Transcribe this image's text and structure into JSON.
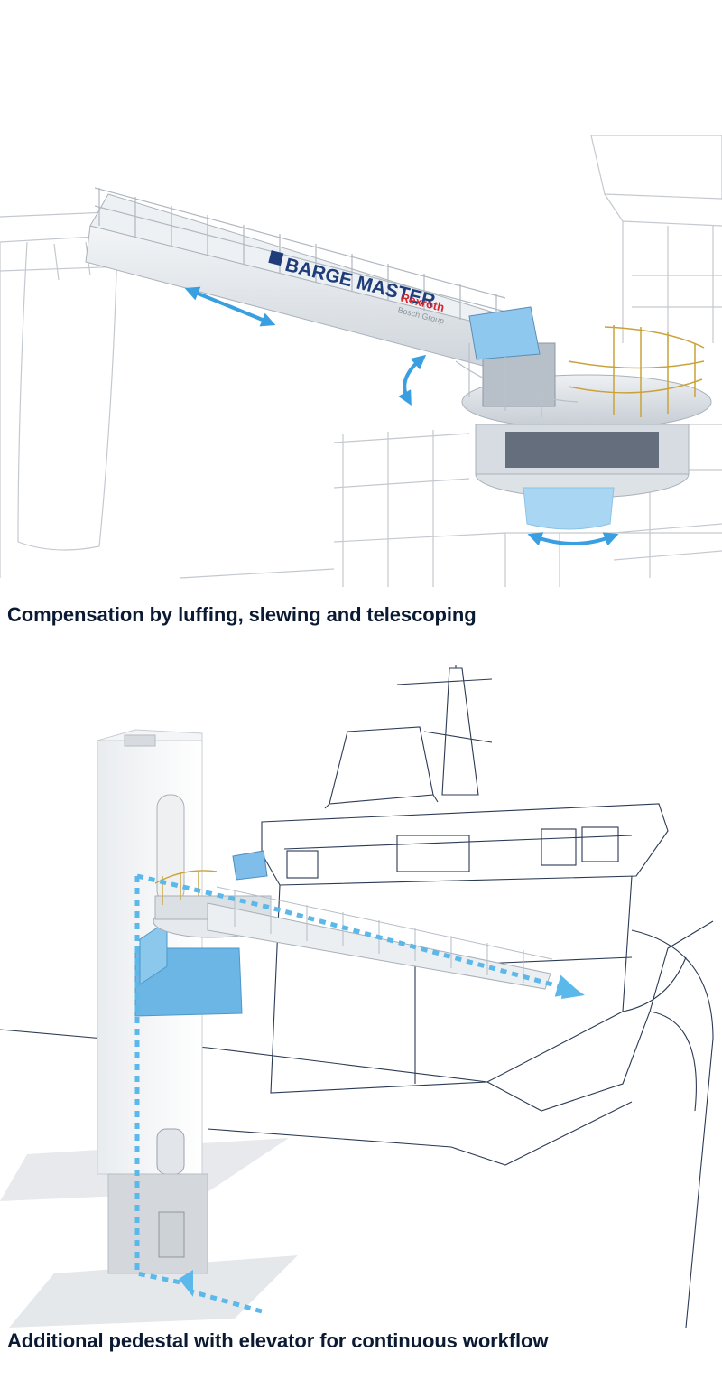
{
  "captions": {
    "top": "Compensation by luffing, slewing and telescoping",
    "bottom": "Additional pedestal with elevator for continuous workflow"
  },
  "branding": {
    "logo_text": "BARGE MASTER",
    "partner_name": "Rexroth",
    "partner_group": "Bosch Group"
  },
  "colors": {
    "arrow_blue": "#3a9fe0",
    "dotted_blue": "#5bb8ea",
    "pedestal_blue": "#6cb6e6",
    "cabin_blue": "#8fc8ee",
    "line_gray": "#b9bfc7",
    "navy_outline": "#2b3a55",
    "caption_text": "#0b1a33",
    "rexroth_red": "#d7262e",
    "logo_navy": "#1f3d7a"
  },
  "icons": {
    "telescoping": "double-arrow-icon",
    "luffing": "curved-double-arrow-icon",
    "slewing": "curved-double-arrow-icon",
    "workflow_path": "dotted-arrow-icon"
  }
}
